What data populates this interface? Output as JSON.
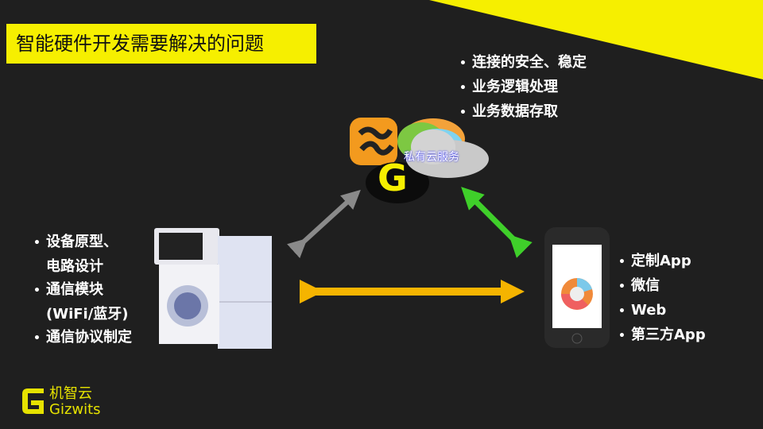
{
  "title": "智能硬件开发需要解决的问题",
  "cloud": {
    "label": "私有云服务"
  },
  "cloud_features": [
    "连接的安全、稳定",
    "业务逻辑处理",
    "业务数据存取"
  ],
  "device_features": [
    "设备原型、",
    "电路设计",
    "通信模块",
    "(WiFi/蓝牙)",
    "通信协议制定"
  ],
  "device_bullets": [
    true,
    false,
    true,
    false,
    true
  ],
  "app_features": [
    "定制App",
    "微信",
    "Web",
    "第三方App"
  ],
  "logo": {
    "cn": "机智云",
    "en": "Gizwits"
  },
  "colors": {
    "accent": "#f6ef00",
    "green": "#3fcf2a",
    "orange": "#f5b400",
    "gray": "#8a8a8a"
  }
}
